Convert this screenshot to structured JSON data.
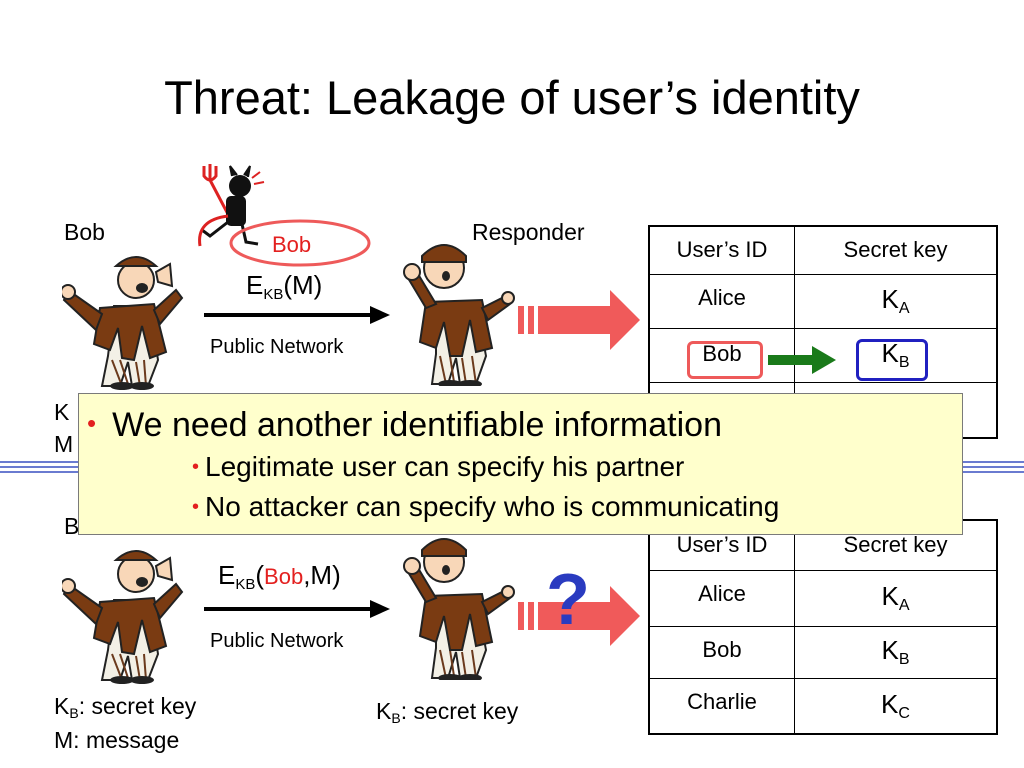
{
  "slide": {
    "title": "Threat: Leakage of user’s identity"
  },
  "top": {
    "sender_label": "Bob",
    "responder_label": "Responder",
    "attacker_bubble": "Bob",
    "enc_letter": "E",
    "enc_sub": "KB",
    "enc_args": "(M)",
    "network": "Public Network",
    "key_partial": "K",
    "msg_partial": "M"
  },
  "bottom": {
    "sender_partial": "B",
    "enc_letter": "E",
    "enc_sub": "KB",
    "enc_open": "(",
    "enc_bob": "Bob",
    "enc_close": ",M)",
    "network": "Public Network",
    "sender_key_k": "K",
    "sender_key_sub": "B",
    "sender_key_rest": ": secret key",
    "sender_msg": "M: message",
    "resp_key_k": "K",
    "resp_key_sub": "B",
    "resp_key_rest": ": secret key",
    "question": "?"
  },
  "callout": {
    "bullet": "•",
    "main": "We need another identifiable information",
    "sub1": "Legitimate user can specify his partner",
    "sub2": "No attacker can specify who is communicating"
  },
  "table_top": {
    "headers": [
      "User’s ID",
      "Secret key"
    ],
    "rows": [
      {
        "id": "Alice",
        "k": "K",
        "sub": "A"
      },
      {
        "id": "Bob",
        "k": "K",
        "sub": "B"
      }
    ]
  },
  "table_bottom": {
    "headers": [
      "User’s ID",
      "Secret key"
    ],
    "rows": [
      {
        "id": "Alice",
        "k": "K",
        "sub": "A"
      },
      {
        "id": "Bob",
        "k": "K",
        "sub": "B"
      },
      {
        "id": "Charlie",
        "k": "K",
        "sub": "C"
      }
    ]
  },
  "colors": {
    "highlight_red": "#e3201f",
    "bob_box": "#ee5a5a",
    "key_box": "#2020c0",
    "arrow_green": "#1a7a1a",
    "flow_arrow": "#f05a5a",
    "callout_bg": "#ffffcc",
    "question": "#2a3bc0"
  }
}
